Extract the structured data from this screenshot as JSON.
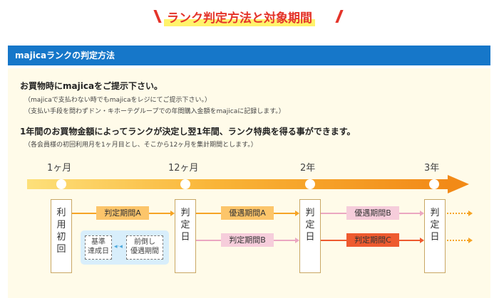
{
  "heading": "ランク判定方法と対象期間",
  "section_title": "majicaランクの判定方法",
  "line1": "お買物時にmajicaをご提示下さい。",
  "line2": "（majicaで支払わない時でもmajicaをレジにてご提示下さい。）",
  "line3": "（支払い手段を問わずドン・キホーテグループでの年間購入金額をmajicaに記録します。）",
  "line4": "1年間のお買物金額によってランクが決定し翌1年間、ランク特典を得る事ができます。",
  "line5": "（各会員様の初回利用月を1ヶ月目とし、そこから12ヶ月を集計期間とします。）",
  "timeline": {
    "labels": [
      "1ヶ月",
      "12ヶ月",
      "2年",
      "3年"
    ],
    "box_first": "利用初回",
    "box_judge": "判定日",
    "periods": {
      "judge_a": "判定期間A",
      "benefit_a": "優遇期間A",
      "judge_b": "判定期間B",
      "benefit_b": "優遇期間B",
      "judge_c": "判定期間C"
    },
    "achieve": "基準達成日",
    "early": "前倒し優遇期間"
  },
  "colors": {
    "accent_red": "#e4342a",
    "header_blue": "#1677c9",
    "timeline_orange": "#f28a17",
    "pink": "#f6cddb",
    "red_period": "#ee5a2f"
  }
}
